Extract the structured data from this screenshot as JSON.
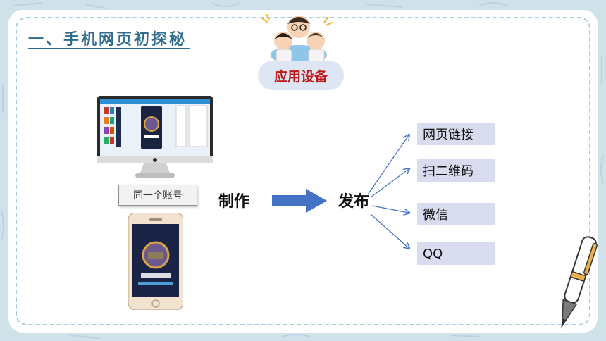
{
  "section": {
    "title": "一、手机网页初探秘"
  },
  "badge": {
    "label": "应用设备"
  },
  "devices": {
    "account_label": "同一个账号"
  },
  "flow": {
    "make": "制作",
    "publish": "发布"
  },
  "options": [
    {
      "label": "网页链接"
    },
    {
      "label": "扫二维码"
    },
    {
      "label": "微信"
    },
    {
      "label": "QQ"
    }
  ],
  "icons": {
    "devices": [
      "desktop-monitor-icon",
      "smartphone-icon"
    ],
    "decor": [
      "cartoon-kids-icon",
      "pen-icon",
      "arrow-right-icon"
    ]
  },
  "colors": {
    "background": "#cfe2ea",
    "title": "#2f6b8c",
    "badge_bg": "#dde6f2",
    "badge_text": "#c01818",
    "arrow": "#4472c4",
    "option_bg": "#d9dcee"
  }
}
